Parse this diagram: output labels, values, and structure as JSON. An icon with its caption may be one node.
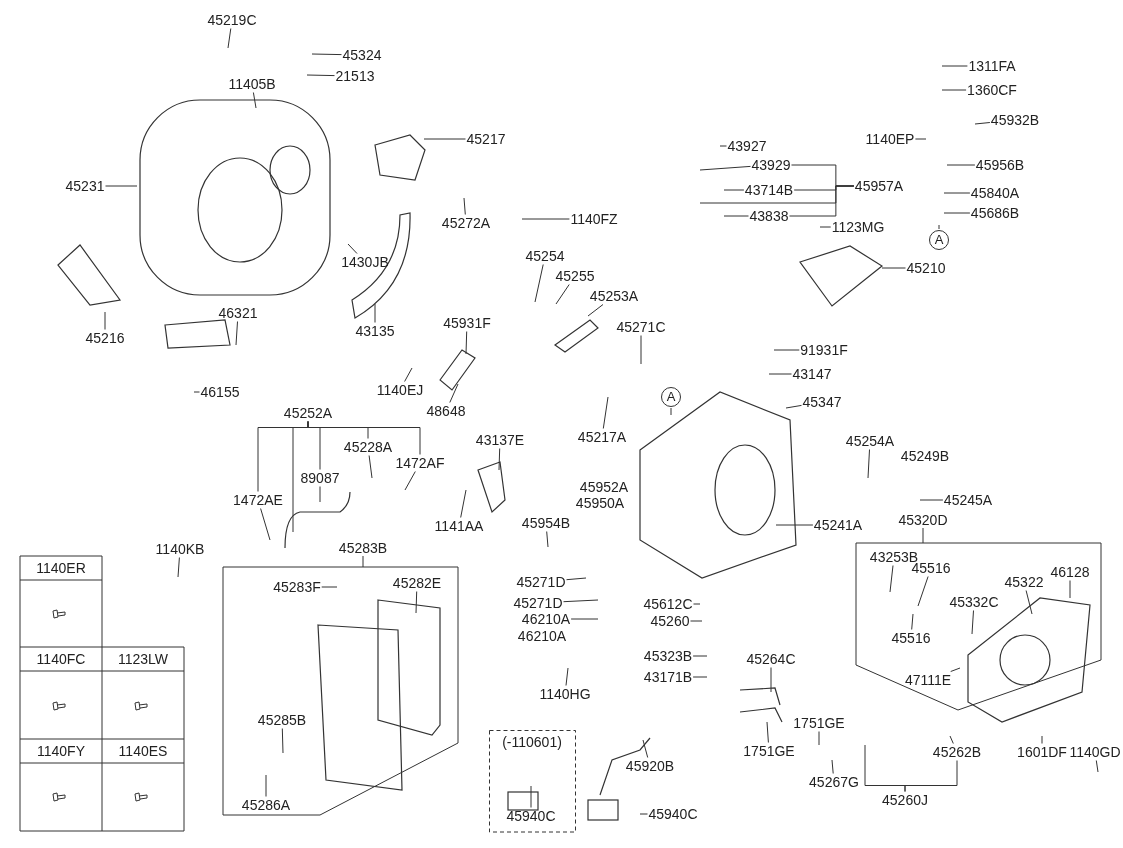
{
  "diagram": {
    "nodes": [
      {
        "text": [
          "45219C"
        ]
      },
      {
        "text": [
          "45324"
        ]
      },
      {
        "text": [
          "21513"
        ]
      },
      {
        "text": [
          "11405B"
        ]
      },
      {
        "text": [
          "45217"
        ]
      },
      {
        "text": [
          "45231"
        ]
      },
      {
        "text": [
          "1311FA"
        ]
      },
      {
        "text": [
          "1360CF"
        ]
      },
      {
        "text": [
          "45932B"
        ]
      },
      {
        "text": [
          "43927"
        ]
      },
      {
        "text": [
          "1140EP"
        ]
      },
      {
        "text": [
          "43929"
        ]
      },
      {
        "text": [
          "45957A"
        ]
      },
      {
        "text": [
          "43714B"
        ]
      },
      {
        "text": [
          "45956B"
        ]
      },
      {
        "text": [
          "45840A"
        ]
      },
      {
        "text": [
          "43838"
        ]
      },
      {
        "text": [
          "45686B"
        ]
      },
      {
        "text": [
          "1123MG"
        ]
      },
      {
        "text": [
          "45272A"
        ]
      },
      {
        "text": [
          "1140FZ"
        ]
      },
      {
        "text": [
          "A"
        ]
      },
      {
        "text": [
          "45210"
        ]
      },
      {
        "text": [
          "1430JB"
        ]
      },
      {
        "text": [
          "45254"
        ]
      },
      {
        "text": [
          "45255"
        ]
      },
      {
        "text": [
          "45253A"
        ]
      },
      {
        "text": [
          "43135"
        ]
      },
      {
        "text": [
          "45216"
        ]
      },
      {
        "text": [
          "46321"
        ]
      },
      {
        "text": [
          "45931F"
        ]
      },
      {
        "text": [
          "45271C"
        ]
      },
      {
        "text": [
          "91931F"
        ]
      },
      {
        "text": [
          "1140EJ"
        ]
      },
      {
        "text": [
          "48648"
        ]
      },
      {
        "text": [
          "43147"
        ]
      },
      {
        "text": [
          "45347"
        ]
      },
      {
        "text": [
          "46155"
        ]
      },
      {
        "text": [
          "A"
        ]
      },
      {
        "text": [
          "45252A"
        ]
      },
      {
        "text": [
          "45217A"
        ]
      },
      {
        "text": [
          "43137E"
        ]
      },
      {
        "text": [
          "45254A"
        ]
      },
      {
        "text": [
          "45228A"
        ]
      },
      {
        "text": [
          "45249B"
        ]
      },
      {
        "text": [
          "1472AF"
        ]
      },
      {
        "text": [
          "45245A"
        ]
      },
      {
        "text": [
          "89087"
        ]
      },
      {
        "text": [
          "1472AE"
        ]
      },
      {
        "text": [
          "45952A"
        ]
      },
      {
        "text": [
          "45950A"
        ]
      },
      {
        "text": [
          "1141AA"
        ]
      },
      {
        "text": [
          "45954B"
        ]
      },
      {
        "text": [
          "45241A"
        ]
      },
      {
        "text": [
          "45320D"
        ]
      },
      {
        "text": [
          "43253B"
        ],
        "in": 54
      },
      {
        "text": [
          "45516"
        ],
        "in": 54
      },
      {
        "text": [
          "45332C"
        ],
        "in": 54
      },
      {
        "text": [
          "45322"
        ],
        "in": 54
      },
      {
        "text": [
          "46128"
        ],
        "in": 54
      },
      {
        "text": [
          "45516"
        ],
        "in": 54
      },
      {
        "text": [
          "47111E"
        ],
        "in": 54
      },
      {
        "text": [
          "45283B"
        ]
      },
      {
        "text": [
          "45283F"
        ],
        "in": 62
      },
      {
        "text": [
          "45282E"
        ],
        "in": 62
      },
      {
        "text": [
          "45285B"
        ],
        "in": 62
      },
      {
        "text": [
          "45286A"
        ],
        "in": 62
      },
      {
        "text": [
          "1140KB"
        ]
      },
      {
        "text": [
          "45271D"
        ]
      },
      {
        "text": [
          "45271D"
        ]
      },
      {
        "text": [
          "46210A"
        ]
      },
      {
        "text": [
          "46210A"
        ]
      },
      {
        "text": [
          "45612C"
        ]
      },
      {
        "text": [
          "45260"
        ]
      },
      {
        "text": [
          "45264C"
        ]
      },
      {
        "text": [
          "45323B"
        ]
      },
      {
        "text": [
          "43171B"
        ]
      },
      {
        "text": [
          "1140HG"
        ]
      },
      {
        "text": [
          "1751GE"
        ]
      },
      {
        "text": [
          "1751GE"
        ]
      },
      {
        "text": [
          "1601DF"
        ]
      },
      {
        "text": [
          "1140GD"
        ]
      },
      {
        "text": [
          "45262B"
        ]
      },
      {
        "text": [
          "45260J"
        ]
      },
      {
        "text": [
          "45267G"
        ]
      },
      {
        "text": [
          "45920B"
        ]
      },
      {
        "text": [
          "45940C"
        ]
      },
      {
        "text": [
          "(-110601)"
        ]
      },
      {
        "text": [
          "45940C"
        ],
        "in": 87
      }
    ],
    "edges": [
      {
        "from": 0,
        "to": null,
        "arrow": "none"
      },
      {
        "from": 1,
        "to": null,
        "arrow": "none"
      },
      {
        "from": 2,
        "to": null,
        "arrow": "none"
      },
      {
        "from": 3,
        "to": null,
        "arrow": "none"
      },
      {
        "from": 4,
        "to": null,
        "arrow": "none"
      },
      {
        "from": 5,
        "to": null,
        "arrow": "none"
      },
      {
        "from": 6,
        "to": null,
        "arrow": "none"
      },
      {
        "from": 7,
        "to": null,
        "arrow": "none"
      },
      {
        "from": 8,
        "to": null,
        "arrow": "none"
      },
      {
        "from": 9,
        "to": null,
        "arrow": "none"
      },
      {
        "from": 10,
        "to": null,
        "arrow": "none"
      },
      {
        "from": 11,
        "to": null,
        "arrow": "none"
      },
      {
        "from": 12,
        "to": 11,
        "arrow": "none"
      },
      {
        "from": 12,
        "to": 13,
        "arrow": "none"
      },
      {
        "from": 12,
        "to": 16,
        "arrow": "none"
      },
      {
        "from": 12,
        "to": null,
        "arrow": "none"
      },
      {
        "from": 13,
        "to": null,
        "arrow": "none"
      },
      {
        "from": 14,
        "to": null,
        "arrow": "none"
      },
      {
        "from": 15,
        "to": null,
        "arrow": "none"
      },
      {
        "from": 16,
        "to": null,
        "arrow": "none"
      },
      {
        "from": 17,
        "to": null,
        "arrow": "none"
      },
      {
        "from": 18,
        "to": null,
        "arrow": "none"
      },
      {
        "from": 19,
        "to": null,
        "arrow": "none"
      },
      {
        "from": 20,
        "to": null,
        "arrow": "none"
      },
      {
        "from": 21,
        "to": null,
        "arrow": "none"
      },
      {
        "from": 22,
        "to": null,
        "arrow": "none"
      },
      {
        "from": 23,
        "to": null,
        "arrow": "none"
      },
      {
        "from": 24,
        "to": null,
        "arrow": "none"
      },
      {
        "from": 25,
        "to": null,
        "arrow": "none"
      },
      {
        "from": 26,
        "to": null,
        "arrow": "none"
      },
      {
        "from": 27,
        "to": null,
        "arrow": "none"
      },
      {
        "from": 28,
        "to": null,
        "arrow": "none"
      },
      {
        "from": 29,
        "to": null,
        "arrow": "none"
      },
      {
        "from": 30,
        "to": null,
        "arrow": "none"
      },
      {
        "from": 31,
        "to": null,
        "arrow": "none"
      },
      {
        "from": 32,
        "to": null,
        "arrow": "none"
      },
      {
        "from": 33,
        "to": null,
        "arrow": "none"
      },
      {
        "from": 34,
        "to": null,
        "arrow": "none"
      },
      {
        "from": 35,
        "to": null,
        "arrow": "none"
      },
      {
        "from": 36,
        "to": null,
        "arrow": "none"
      },
      {
        "from": 37,
        "to": null,
        "arrow": "none"
      },
      {
        "from": 38,
        "to": null,
        "arrow": "none"
      },
      {
        "from": 39,
        "to": 48,
        "arrow": "none"
      },
      {
        "from": 39,
        "to": 43,
        "arrow": "none"
      },
      {
        "from": 39,
        "to": 45,
        "arrow": "none"
      },
      {
        "from": 39,
        "to": 47,
        "arrow": "none"
      },
      {
        "from": 39,
        "to": null,
        "arrow": "none"
      },
      {
        "from": 40,
        "to": null,
        "arrow": "none"
      },
      {
        "from": 41,
        "to": null,
        "arrow": "none"
      },
      {
        "from": 42,
        "to": null,
        "arrow": "none"
      },
      {
        "from": 43,
        "to": null,
        "arrow": "none"
      },
      {
        "from": 45,
        "to": null,
        "arrow": "none"
      },
      {
        "from": 46,
        "to": null,
        "arrow": "none"
      },
      {
        "from": 47,
        "to": null,
        "arrow": "none"
      },
      {
        "from": 48,
        "to": null,
        "arrow": "none"
      },
      {
        "from": 51,
        "to": null,
        "arrow": "none"
      },
      {
        "from": 52,
        "to": null,
        "arrow": "none"
      },
      {
        "from": 53,
        "to": null,
        "arrow": "none"
      },
      {
        "from": 55,
        "to": null,
        "arrow": "none"
      },
      {
        "from": 56,
        "to": null,
        "arrow": "none"
      },
      {
        "from": 57,
        "to": null,
        "arrow": "none"
      },
      {
        "from": 58,
        "to": null,
        "arrow": "none"
      },
      {
        "from": 59,
        "to": null,
        "arrow": "none"
      },
      {
        "from": 60,
        "to": null,
        "arrow": "none"
      },
      {
        "from": 61,
        "to": null,
        "arrow": "none"
      },
      {
        "from": 63,
        "to": null,
        "arrow": "none"
      },
      {
        "from": 64,
        "to": null,
        "arrow": "none"
      },
      {
        "from": 65,
        "to": null,
        "arrow": "none"
      },
      {
        "from": 66,
        "to": null,
        "arrow": "none"
      },
      {
        "from": 67,
        "to": null,
        "arrow": "none"
      },
      {
        "from": 68,
        "to": null,
        "arrow": "none"
      },
      {
        "from": 69,
        "to": null,
        "arrow": "none"
      },
      {
        "from": 70,
        "to": null,
        "arrow": "none"
      },
      {
        "from": 72,
        "to": null,
        "arrow": "none"
      },
      {
        "from": 73,
        "to": null,
        "arrow": "none"
      },
      {
        "from": 74,
        "to": null,
        "arrow": "none"
      },
      {
        "from": 75,
        "to": null,
        "arrow": "none"
      },
      {
        "from": 76,
        "to": null,
        "arrow": "none"
      },
      {
        "from": 77,
        "to": null,
        "arrow": "none"
      },
      {
        "from": 78,
        "to": null,
        "arrow": "none"
      },
      {
        "from": 79,
        "to": null,
        "arrow": "none"
      },
      {
        "from": 80,
        "to": null,
        "arrow": "none"
      },
      {
        "from": 81,
        "to": null,
        "arrow": "none"
      },
      {
        "from": 82,
        "to": null,
        "arrow": "none"
      },
      {
        "from": 83,
        "to": 82,
        "arrow": "none"
      },
      {
        "from": 83,
        "to": null,
        "arrow": "none"
      },
      {
        "from": 84,
        "to": null,
        "arrow": "none"
      },
      {
        "from": 85,
        "to": null,
        "arrow": "none"
      },
      {
        "from": 86,
        "to": null,
        "arrow": "none"
      },
      {
        "from": 88,
        "to": null,
        "arrow": "none"
      }
    ],
    "labels": [
      "1140ER",
      "1140FC",
      "1123LW",
      "1140FY",
      "1140ES"
    ]
  }
}
